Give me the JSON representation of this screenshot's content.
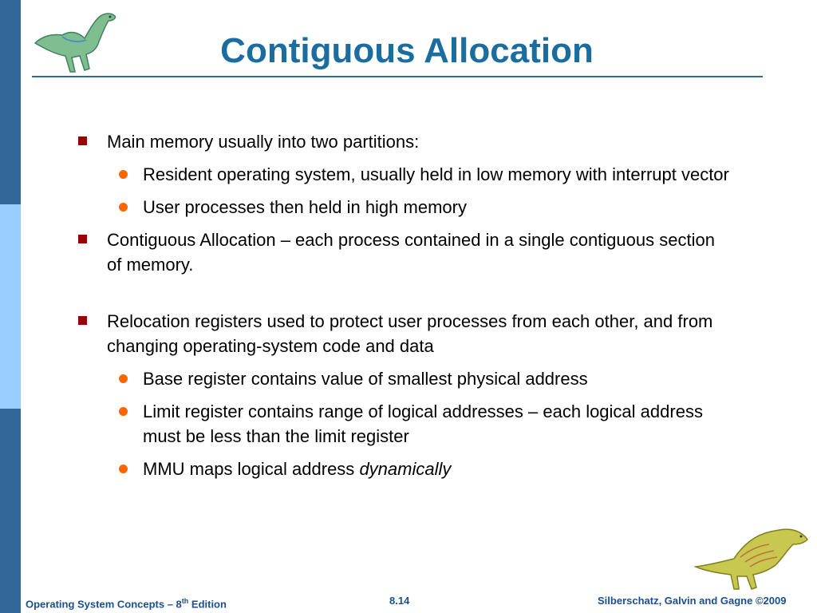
{
  "slide": {
    "title": "Contiguous Allocation",
    "bullets": [
      {
        "text": "Main memory usually into two partitions:",
        "sub": [
          "Resident operating system, usually held in low memory with interrupt vector",
          "User processes then held in high memory"
        ]
      },
      {
        "text": "Contiguous Allocation – each process contained in a single contiguous section of memory."
      },
      {
        "text": "Relocation registers used to protect user processes from each other, and from changing operating-system code and data",
        "sub": [
          "Base register contains value of smallest physical address",
          "Limit register contains range of logical addresses – each logical address must be less than the limit register"
        ],
        "last_sub": {
          "prefix": "MMU maps logical address ",
          "emphasis": "dynamically"
        }
      }
    ]
  },
  "footer": {
    "left_prefix": "Operating System Concepts – 8",
    "left_sup": "th",
    "left_suffix": " Edition",
    "page": "8.14",
    "right": "Silberschatz, Galvin and Gagne ©2009"
  },
  "icons": {
    "top": "dinosaur-icon",
    "bottom": "dinosaur-icon"
  },
  "colors": {
    "title": "#1b6c9f",
    "side_bar": "#336699",
    "side_bar_light": "#99ccff",
    "square_bullet": "#990000",
    "round_bullet": "#ff6600",
    "footer": "#1b4f8f"
  }
}
